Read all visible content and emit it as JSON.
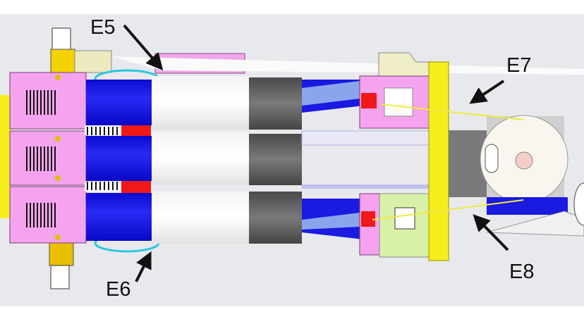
{
  "labels": {
    "e5": "E5",
    "e6": "E6",
    "e7": "E7",
    "e8": "E8"
  },
  "colors": {
    "background": "#e8e9ec",
    "pink": "#f5a3ef",
    "blue": "#0a0ee6",
    "white_cylinder": "#ffffff",
    "dark_gray": "#5a5a5a",
    "yellow": "#f6ee1c",
    "red": "#f01818",
    "arrow": "#111111"
  }
}
